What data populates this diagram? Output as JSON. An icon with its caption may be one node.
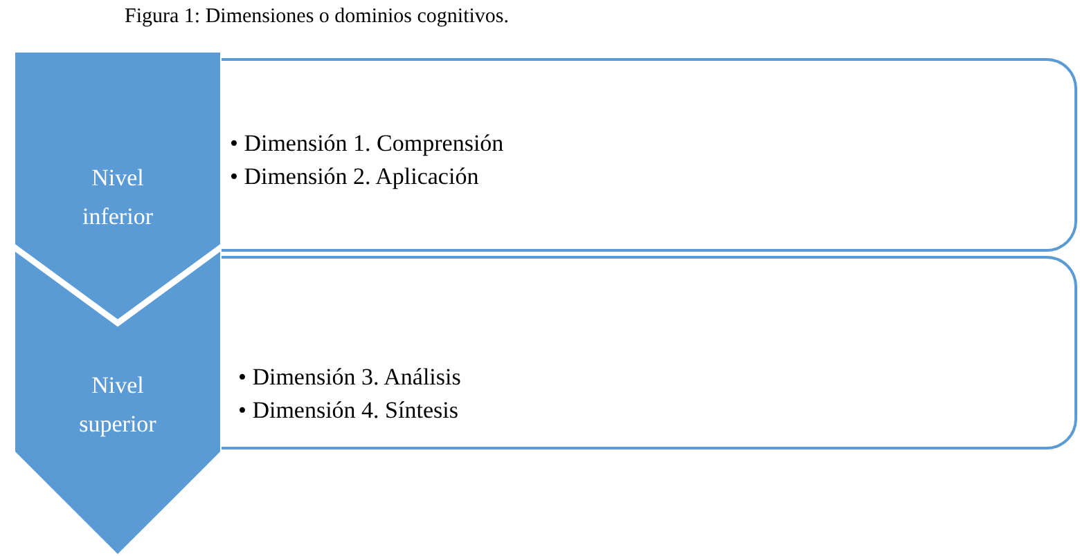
{
  "diagram": {
    "title": "Figura 1: Dimensiones o dominios cognitivos.",
    "nodes": [
      {
        "text": [
          "Nivel inferior"
        ]
      },
      {
        "text": [
          "• Dimensión 1. Comprensión",
          "• Dimensión 2. Aplicación"
        ]
      },
      {
        "text": [
          "Nivel superior"
        ]
      },
      {
        "text": [
          "• Dimensión 3. Análisis",
          "• Dimensión 4. Síntesis"
        ]
      }
    ],
    "edges": []
  }
}
